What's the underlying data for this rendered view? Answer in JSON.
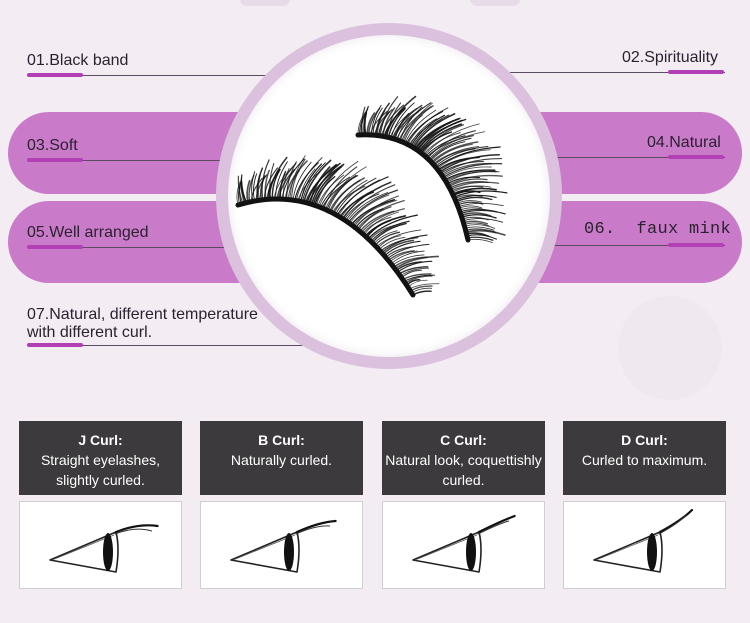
{
  "features": [
    {
      "label": "01.Black band"
    },
    {
      "label": "02.Spirituality"
    },
    {
      "label": "03.Soft"
    },
    {
      "label": "04.Natural"
    },
    {
      "label": "05.Well arranged"
    },
    {
      "label": "06.  faux mink"
    },
    {
      "label": "07.Natural, different temperature with different curl."
    }
  ],
  "colors": {
    "accent": "#b23fb6",
    "pill": "#c97ac9",
    "ring": "#dcc1de",
    "card_header": "#3c3a3c"
  },
  "curls": [
    {
      "title": "J Curl:",
      "description": "Straight eyelashes, slightly curled.",
      "curl": 0.2
    },
    {
      "title": "B Curl:",
      "description": "Naturally curled.",
      "curl": 0.45
    },
    {
      "title": "C Curl:",
      "description": "Natural look, coquettishly curled.",
      "curl": 0.7
    },
    {
      "title": "D Curl:",
      "description": "Curled to maximum.",
      "curl": 1.0
    }
  ],
  "icons": {
    "product": "false-eyelashes-image",
    "diagram": "eye-curl-diagram-icon"
  }
}
